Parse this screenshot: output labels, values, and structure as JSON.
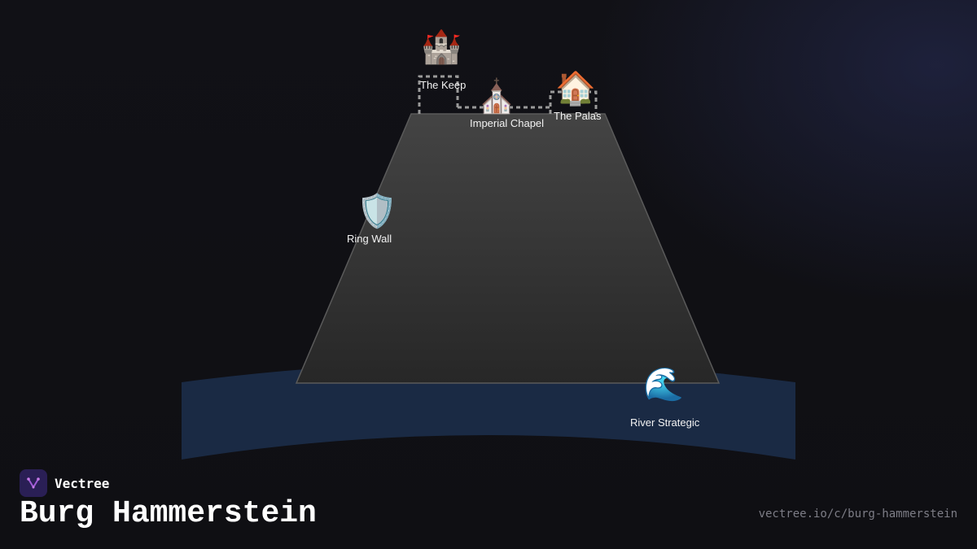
{
  "diagram": {
    "nodes": [
      {
        "id": "keep",
        "label": "The Keep",
        "icon": "castle-icon",
        "glyph": "🏰"
      },
      {
        "id": "chapel",
        "label": "Imperial Chapel",
        "icon": "church-icon",
        "glyph": "⛪"
      },
      {
        "id": "palas",
        "label": "The Palas",
        "icon": "house-icon",
        "glyph": "🏠"
      },
      {
        "id": "ringwall",
        "label": "Ring Wall",
        "icon": "shield-icon",
        "glyph": "🛡️"
      },
      {
        "id": "river",
        "label": "River Strategic",
        "icon": "wave-icon",
        "glyph": "🌊"
      }
    ],
    "connections": [
      {
        "from": "keep",
        "to": "chapel",
        "style": "dashed"
      },
      {
        "from": "chapel",
        "to": "palas",
        "style": "dashed"
      }
    ],
    "colors": {
      "background": "#111116",
      "hill": "#3a3a3a",
      "river": "#1a2a44",
      "connector": "#9a9a9a",
      "logo": "#2a1f55",
      "logo_accent": "#a05bd6"
    }
  },
  "footer": {
    "brand": "Vectree",
    "title": "Burg Hammerstein",
    "url": "vectree.io/c/burg-hammerstein"
  }
}
